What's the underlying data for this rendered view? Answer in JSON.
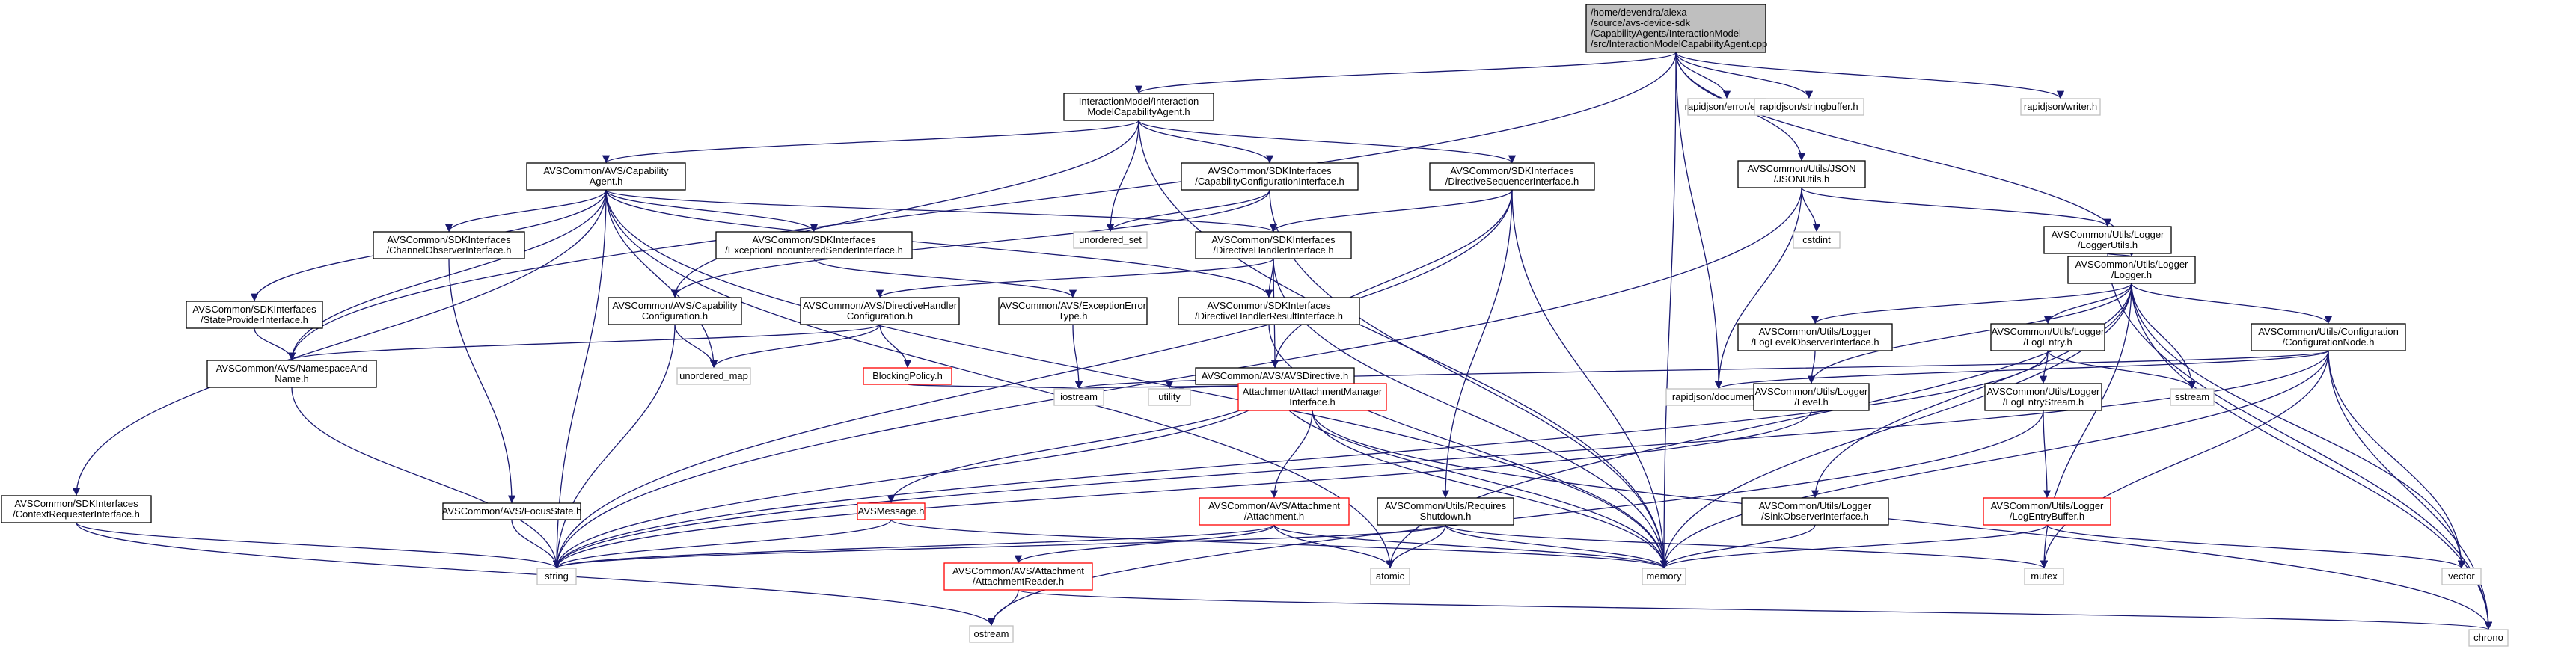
{
  "graph": {
    "nodes": [
      {
        "id": "root",
        "lines": [
          "/home/devendra/alexa",
          "/source/avs-device-sdk",
          "/CapabilityAgents/InteractionModel",
          "/src/InteractionModelCapabilityAgent.cpp"
        ],
        "style": "root"
      },
      {
        "id": "imca_h",
        "lines": [
          "InteractionModel/Interaction",
          "ModelCapabilityAgent.h"
        ],
        "style": "normal"
      },
      {
        "id": "err_h",
        "lines": [
          "rapidjson/error/en.h"
        ],
        "style": "gray"
      },
      {
        "id": "strbuf_h",
        "lines": [
          "rapidjson/stringbuffer.h"
        ],
        "style": "gray"
      },
      {
        "id": "writer_h",
        "lines": [
          "rapidjson/writer.h"
        ],
        "style": "gray"
      },
      {
        "id": "jsonutils_h",
        "lines": [
          "AVSCommon/Utils/JSON",
          "/JSONUtils.h"
        ],
        "style": "normal"
      },
      {
        "id": "capagent_h",
        "lines": [
          "AVSCommon/AVS/Capability",
          "Agent.h"
        ],
        "style": "normal"
      },
      {
        "id": "capconfig_if",
        "lines": [
          "AVSCommon/SDKInterfaces",
          "/CapabilityConfigurationInterface.h"
        ],
        "style": "normal"
      },
      {
        "id": "dirseq_if",
        "lines": [
          "AVSCommon/SDKInterfaces",
          "/DirectiveSequencerInterface.h"
        ],
        "style": "normal"
      },
      {
        "id": "unordered_set",
        "lines": [
          "unordered_set"
        ],
        "style": "gray"
      },
      {
        "id": "cstdint",
        "lines": [
          "cstdint"
        ],
        "style": "gray"
      },
      {
        "id": "loggerutils_h",
        "lines": [
          "AVSCommon/Utils/Logger",
          "/LoggerUtils.h"
        ],
        "style": "normal"
      },
      {
        "id": "chanobs_if",
        "lines": [
          "AVSCommon/SDKInterfaces",
          "/ChannelObserverInterface.h"
        ],
        "style": "normal"
      },
      {
        "id": "excenc_if",
        "lines": [
          "AVSCommon/SDKInterfaces",
          "/ExceptionEncounteredSenderInterface.h"
        ],
        "style": "normal"
      },
      {
        "id": "dirhandler_if",
        "lines": [
          "AVSCommon/SDKInterfaces",
          "/DirectiveHandlerInterface.h"
        ],
        "style": "normal"
      },
      {
        "id": "logger_h",
        "lines": [
          "AVSCommon/Utils/Logger",
          "/Logger.h"
        ],
        "style": "normal"
      },
      {
        "id": "stateprov_if",
        "lines": [
          "AVSCommon/SDKInterfaces",
          "/StateProviderInterface.h"
        ],
        "style": "normal"
      },
      {
        "id": "capconfig_h",
        "lines": [
          "AVSCommon/AVS/Capability",
          "Configuration.h"
        ],
        "style": "normal"
      },
      {
        "id": "dhconfig_h",
        "lines": [
          "AVSCommon/AVS/DirectiveHandler",
          "Configuration.h"
        ],
        "style": "normal"
      },
      {
        "id": "exctype_h",
        "lines": [
          "AVSCommon/AVS/ExceptionError",
          "Type.h"
        ],
        "style": "normal"
      },
      {
        "id": "dhresult_if",
        "lines": [
          "AVSCommon/SDKInterfaces",
          "/DirectiveHandlerResultInterface.h"
        ],
        "style": "normal"
      },
      {
        "id": "loglevelobs_if",
        "lines": [
          "AVSCommon/Utils/Logger",
          "/LogLevelObserverInterface.h"
        ],
        "style": "normal"
      },
      {
        "id": "logentry_h",
        "lines": [
          "AVSCommon/Utils/Logger",
          "/LogEntry.h"
        ],
        "style": "normal"
      },
      {
        "id": "confignode_h",
        "lines": [
          "AVSCommon/Utils/Configuration",
          "/ConfigurationNode.h"
        ],
        "style": "normal"
      },
      {
        "id": "nsname_h",
        "lines": [
          "AVSCommon/AVS/NamespaceAnd",
          "Name.h"
        ],
        "style": "normal"
      },
      {
        "id": "unordered_map",
        "lines": [
          "unordered_map"
        ],
        "style": "gray"
      },
      {
        "id": "blocking_h",
        "lines": [
          "BlockingPolicy.h"
        ],
        "style": "red"
      },
      {
        "id": "avsdirective_h",
        "lines": [
          "AVSCommon/AVS/AVSDirective.h"
        ],
        "style": "normal"
      },
      {
        "id": "iostream",
        "lines": [
          "iostream"
        ],
        "style": "gray"
      },
      {
        "id": "utility",
        "lines": [
          "utility"
        ],
        "style": "gray"
      },
      {
        "id": "attmgr_h",
        "lines": [
          "Attachment/AttachmentManager",
          "Interface.h"
        ],
        "style": "red"
      },
      {
        "id": "rjdoc",
        "lines": [
          "rapidjson/document.h"
        ],
        "style": "gray"
      },
      {
        "id": "level_h",
        "lines": [
          "AVSCommon/Utils/Logger",
          "/Level.h"
        ],
        "style": "normal"
      },
      {
        "id": "logentrystream_h",
        "lines": [
          "AVSCommon/Utils/Logger",
          "/LogEntryStream.h"
        ],
        "style": "normal"
      },
      {
        "id": "sstream",
        "lines": [
          "sstream"
        ],
        "style": "gray"
      },
      {
        "id": "ctxreq_if",
        "lines": [
          "AVSCommon/SDKInterfaces",
          "/ContextRequesterInterface.h"
        ],
        "style": "normal"
      },
      {
        "id": "focusstate_h",
        "lines": [
          "AVSCommon/AVS/FocusState.h"
        ],
        "style": "normal"
      },
      {
        "id": "avsmessage_h",
        "lines": [
          "AVSMessage.h"
        ],
        "style": "red"
      },
      {
        "id": "attachment_h",
        "lines": [
          "AVSCommon/AVS/Attachment",
          "/Attachment.h"
        ],
        "style": "red"
      },
      {
        "id": "reqshutdown_h",
        "lines": [
          "AVSCommon/Utils/Requires",
          "Shutdown.h"
        ],
        "style": "normal"
      },
      {
        "id": "sinkobs_if",
        "lines": [
          "AVSCommon/Utils/Logger",
          "/SinkObserverInterface.h"
        ],
        "style": "normal"
      },
      {
        "id": "logentrybuf_h",
        "lines": [
          "AVSCommon/Utils/Logger",
          "/LogEntryBuffer.h"
        ],
        "style": "red"
      },
      {
        "id": "attreader_h",
        "lines": [
          "AVSCommon/AVS/Attachment",
          "/AttachmentReader.h"
        ],
        "style": "red"
      },
      {
        "id": "string",
        "lines": [
          "string"
        ],
        "style": "gray"
      },
      {
        "id": "atomic",
        "lines": [
          "atomic"
        ],
        "style": "gray"
      },
      {
        "id": "memory",
        "lines": [
          "memory"
        ],
        "style": "gray"
      },
      {
        "id": "mutex",
        "lines": [
          "mutex"
        ],
        "style": "gray"
      },
      {
        "id": "vector",
        "lines": [
          "vector"
        ],
        "style": "gray"
      },
      {
        "id": "chrono",
        "lines": [
          "chrono"
        ],
        "style": "gray"
      },
      {
        "id": "ostream",
        "lines": [
          "ostream"
        ],
        "style": "gray"
      }
    ],
    "edges": [
      [
        "root",
        "imca_h"
      ],
      [
        "root",
        "err_h"
      ],
      [
        "root",
        "strbuf_h"
      ],
      [
        "root",
        "writer_h"
      ],
      [
        "root",
        "jsonutils_h"
      ],
      [
        "root",
        "logger_h"
      ],
      [
        "root",
        "nsname_h"
      ],
      [
        "root",
        "memory"
      ],
      [
        "root",
        "rjdoc"
      ],
      [
        "imca_h",
        "capagent_h"
      ],
      [
        "imca_h",
        "capconfig_if"
      ],
      [
        "imca_h",
        "dirseq_if"
      ],
      [
        "imca_h",
        "unordered_set"
      ],
      [
        "imca_h",
        "memory"
      ],
      [
        "imca_h",
        "capconfig_h"
      ],
      [
        "capagent_h",
        "chanobs_if"
      ],
      [
        "capagent_h",
        "excenc_if"
      ],
      [
        "capagent_h",
        "dirhandler_if"
      ],
      [
        "capagent_h",
        "stateprov_if"
      ],
      [
        "capagent_h",
        "ctxreq_if"
      ],
      [
        "capagent_h",
        "nsname_h"
      ],
      [
        "capagent_h",
        "string"
      ],
      [
        "capagent_h",
        "atomic"
      ],
      [
        "capagent_h",
        "memory"
      ],
      [
        "capagent_h",
        "unordered_map"
      ],
      [
        "capagent_h",
        "dhresult_if"
      ],
      [
        "capconfig_if",
        "unordered_set"
      ],
      [
        "capconfig_if",
        "capconfig_h"
      ],
      [
        "capconfig_if",
        "memory"
      ],
      [
        "dirseq_if",
        "dirhandler_if"
      ],
      [
        "dirseq_if",
        "avsdirective_h"
      ],
      [
        "dirseq_if",
        "reqshutdown_h"
      ],
      [
        "dirseq_if",
        "memory"
      ],
      [
        "dirseq_if",
        "string"
      ],
      [
        "jsonutils_h",
        "cstdint"
      ],
      [
        "jsonutils_h",
        "loggerutils_h"
      ],
      [
        "jsonutils_h",
        "rjdoc"
      ],
      [
        "jsonutils_h",
        "string"
      ],
      [
        "loggerutils_h",
        "logger_h"
      ],
      [
        "loggerutils_h",
        "chrono"
      ],
      [
        "chanobs_if",
        "focusstate_h"
      ],
      [
        "excenc_if",
        "exctype_h"
      ],
      [
        "dirhandler_if",
        "dhconfig_h"
      ],
      [
        "dirhandler_if",
        "dhresult_if"
      ],
      [
        "dirhandler_if",
        "avsdirective_h"
      ],
      [
        "dirhandler_if",
        "memory"
      ],
      [
        "stateprov_if",
        "nsname_h"
      ],
      [
        "capconfig_h",
        "unordered_map"
      ],
      [
        "capconfig_h",
        "string"
      ],
      [
        "dhconfig_h",
        "nsname_h"
      ],
      [
        "dhconfig_h",
        "blocking_h"
      ],
      [
        "dhconfig_h",
        "unordered_map"
      ],
      [
        "exctype_h",
        "iostream"
      ],
      [
        "dhresult_if",
        "memory"
      ],
      [
        "blocking_h",
        "iostream"
      ],
      [
        "nsname_h",
        "string"
      ],
      [
        "avsdirective_h",
        "iostream"
      ],
      [
        "avsdirective_h",
        "utility"
      ],
      [
        "avsdirective_h",
        "attmgr_h"
      ],
      [
        "avsdirective_h",
        "avsmessage_h"
      ],
      [
        "avsdirective_h",
        "memory"
      ],
      [
        "avsdirective_h",
        "string"
      ],
      [
        "attmgr_h",
        "attachment_h"
      ],
      [
        "attmgr_h",
        "chrono"
      ],
      [
        "attmgr_h",
        "memory"
      ],
      [
        "avsmessage_h",
        "string"
      ],
      [
        "avsmessage_h",
        "memory"
      ],
      [
        "attachment_h",
        "attreader_h"
      ],
      [
        "attachment_h",
        "atomic"
      ],
      [
        "attachment_h",
        "string"
      ],
      [
        "attachment_h",
        "memory"
      ],
      [
        "attreader_h",
        "ostream"
      ],
      [
        "attreader_h",
        "chrono"
      ],
      [
        "reqshutdown_h",
        "atomic"
      ],
      [
        "reqshutdown_h",
        "memory"
      ],
      [
        "reqshutdown_h",
        "mutex"
      ],
      [
        "reqshutdown_h",
        "string"
      ],
      [
        "logger_h",
        "loglevelobs_if"
      ],
      [
        "logger_h",
        "logentry_h"
      ],
      [
        "logger_h",
        "confignode_h"
      ],
      [
        "logger_h",
        "level_h"
      ],
      [
        "logger_h",
        "sinkobs_if"
      ],
      [
        "logger_h",
        "sstream"
      ],
      [
        "logger_h",
        "atomic"
      ],
      [
        "logger_h",
        "chrono"
      ],
      [
        "logger_h",
        "mutex"
      ],
      [
        "logger_h",
        "vector"
      ],
      [
        "logger_h",
        "memory"
      ],
      [
        "loglevelobs_if",
        "level_h"
      ],
      [
        "level_h",
        "string"
      ],
      [
        "logentry_h",
        "logentrystream_h"
      ],
      [
        "logentry_h",
        "sstream"
      ],
      [
        "logentry_h",
        "string"
      ],
      [
        "logentrystream_h",
        "logentrybuf_h"
      ],
      [
        "logentrystream_h",
        "ostream"
      ],
      [
        "logentrybuf_h",
        "memory"
      ],
      [
        "logentrybuf_h",
        "vector"
      ],
      [
        "confignode_h",
        "rjdoc"
      ],
      [
        "confignode_h",
        "iostream"
      ],
      [
        "confignode_h",
        "chrono"
      ],
      [
        "confignode_h",
        "mutex"
      ],
      [
        "confignode_h",
        "vector"
      ],
      [
        "confignode_h",
        "memory"
      ],
      [
        "confignode_h",
        "string"
      ],
      [
        "sinkobs_if",
        "memory"
      ],
      [
        "ctxreq_if",
        "string"
      ],
      [
        "ctxreq_if",
        "ostream"
      ],
      [
        "focusstate_h",
        "string"
      ]
    ]
  }
}
